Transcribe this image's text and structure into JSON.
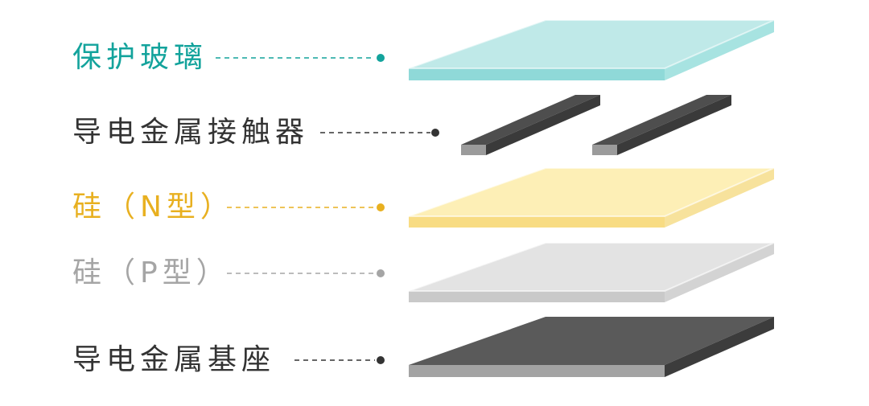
{
  "layers": [
    {
      "id": "protective-glass",
      "label": "保护玻璃",
      "label_color": "#13a39c",
      "dot_color": "#13a39c",
      "fill_top": "#bfe9e8",
      "fill_front": "#8fd9d8",
      "fill_side": "#a7e3e1"
    },
    {
      "id": "conductive-contact",
      "label": "导电金属接触器",
      "label_color": "#333333",
      "dot_color": "#333333",
      "fill_top": "#4e4e4e",
      "fill_front": "#9b9b9b",
      "fill_side": "#3a3a3a"
    },
    {
      "id": "silicon-n",
      "label": "硅（N型）",
      "label_color": "#e8b020",
      "dot_color": "#e8b020",
      "fill_top": "#fdefb6",
      "fill_front": "#f8dc83",
      "fill_side": "#f7e29c"
    },
    {
      "id": "silicon-p",
      "label": "硅（P型）",
      "label_color": "#a5a5a5",
      "dot_color": "#a5a5a5",
      "fill_top": "#e3e3e3",
      "fill_front": "#c9c9c9",
      "fill_side": "#d3d3d3"
    },
    {
      "id": "conductive-base",
      "label": "导电金属基座",
      "label_color": "#333333",
      "dot_color": "#333333",
      "fill_top": "#5a5a5a",
      "fill_front": "#a3a3a3",
      "fill_side": "#3c3c3c"
    }
  ]
}
